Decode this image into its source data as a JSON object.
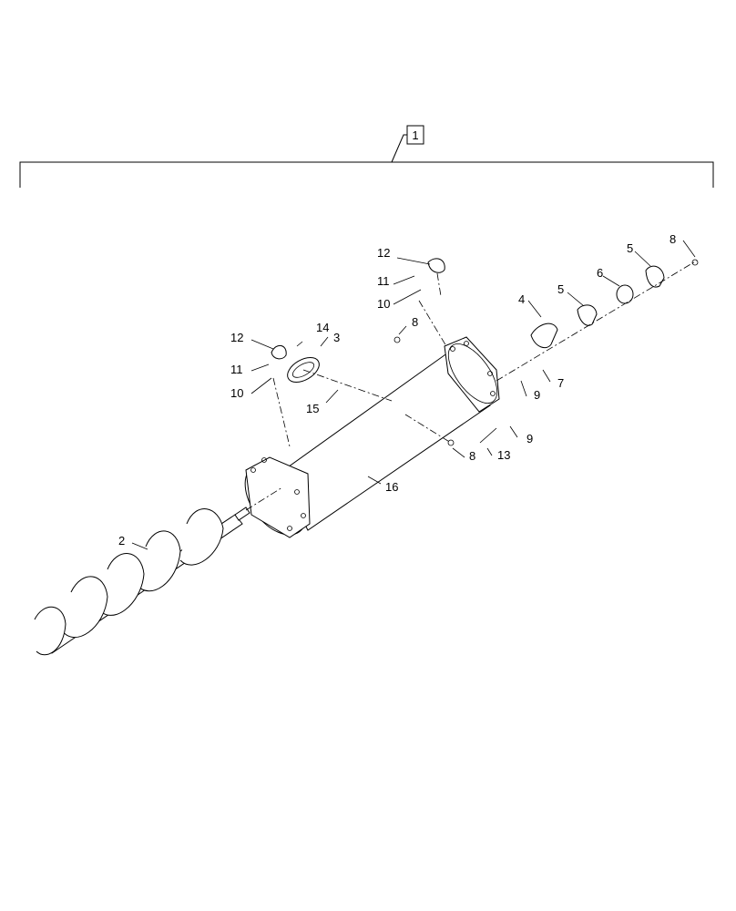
{
  "diagram": {
    "assembly_label": "1",
    "callouts": {
      "c2": "2",
      "c3": "3",
      "c4": "4",
      "c5a": "5",
      "c5b": "5",
      "c6": "6",
      "c7": "7",
      "c8top": "8",
      "c8mid": "8",
      "c8low": "8",
      "c9a": "9",
      "c9b": "9",
      "c10a": "10",
      "c10b": "10",
      "c11a": "11",
      "c11b": "11",
      "c12a": "12",
      "c12b": "12",
      "c13": "13",
      "c14": "14",
      "c15": "15",
      "c16": "16"
    }
  }
}
